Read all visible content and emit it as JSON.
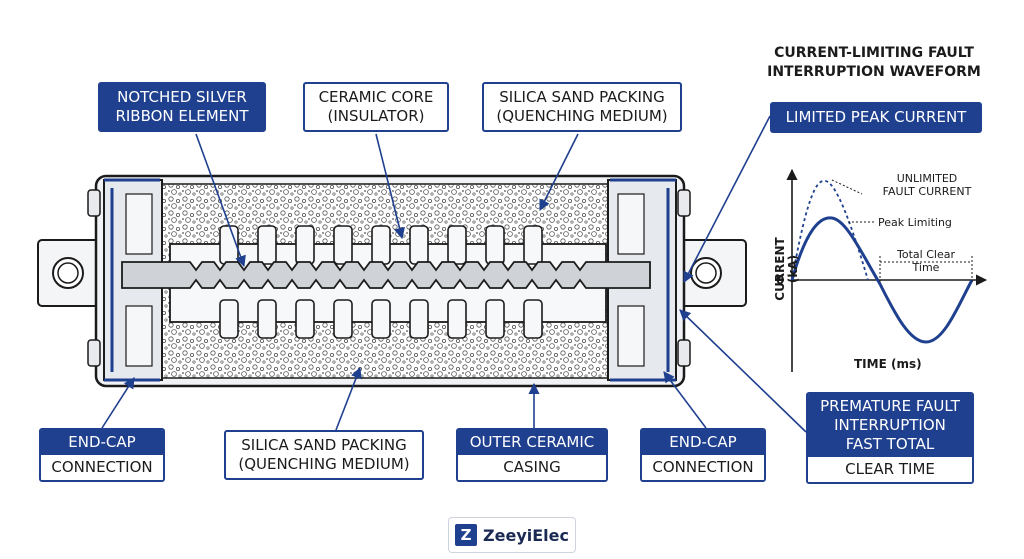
{
  "labels": {
    "silver": "NOTCHED SILVER\nRIBBON ELEMENT",
    "ceramic_core": "CERAMIC CORE\n(INSULATOR)",
    "sand_top": "SILICA SAND PACKING\n(QUENCHING MEDIUM)",
    "sand_bottom": "SILICA SAND PACKING\n(QUENCHING MEDIUM)",
    "endcap_left_top": "END-CAP",
    "endcap_left_bottom": "CONNECTION",
    "outer_top": "OUTER CERAMIC",
    "outer_bottom": "CASING",
    "endcap_right_top": "END-CAP",
    "endcap_right_bottom": "CONNECTION",
    "premature_top": "PREMATURE FAULT\nINTERRUPTION\nFAST TOTAL",
    "premature_bottom": "CLEAR TIME"
  },
  "waveform": {
    "title": "CURRENT-LIMITING FAULT\nINTERRUPTION WAVEFORM",
    "peak_label": "LIMITED PEAK CURRENT",
    "unlimited": "UNLIMITED\nFAULT CURRENT",
    "peak_limiting": "Peak Limiting",
    "total_clear": "Total Clear\nTime",
    "y_axis": "CURRENT (kA)",
    "x_axis": "TIME (ms)",
    "zero": "0"
  },
  "brand": {
    "mark": "Z",
    "name": "ZeeyiElec"
  },
  "colors": {
    "navy": "#1f3f8f",
    "casing": "#f0f2f5",
    "ribbon": "#cfd3d8"
  }
}
